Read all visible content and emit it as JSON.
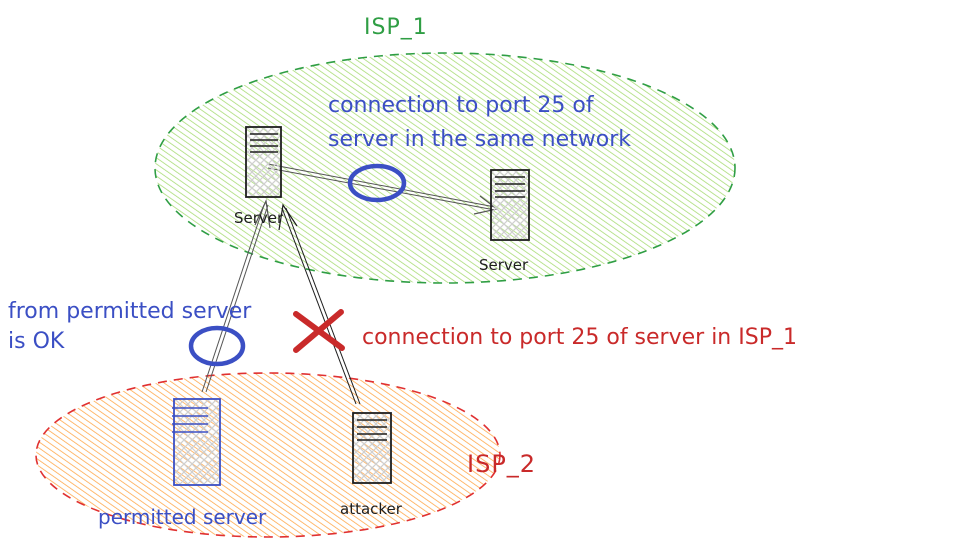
{
  "diagram": {
    "colors": {
      "isp1_fill": "#a9dc76",
      "isp1_stroke": "#2f9e44",
      "isp2_fill": "#ffa94d",
      "isp2_stroke": "#e03131",
      "blue": "#3b4fc4",
      "red": "#c92a2a",
      "black": "#1e1e1e"
    },
    "networks": [
      {
        "id": "isp1",
        "label": "ISP_1"
      },
      {
        "id": "isp2",
        "label": "ISP_2"
      }
    ],
    "nodes": [
      {
        "id": "server-a",
        "label": "Server",
        "icon": "server-icon",
        "network": "isp1"
      },
      {
        "id": "server-b",
        "label": "Server",
        "icon": "server-icon",
        "network": "isp1"
      },
      {
        "id": "permitted",
        "label": "permitted server",
        "icon": "server-icon",
        "network": "isp2"
      },
      {
        "id": "attacker",
        "label": "attacker",
        "icon": "server-icon",
        "network": "isp2"
      }
    ],
    "edges": [
      {
        "from": "server-a",
        "to": "server-b",
        "status": "ok-circle"
      },
      {
        "from": "permitted",
        "to": "server-a",
        "status": "ok-circle"
      },
      {
        "from": "attacker",
        "to": "server-a",
        "status": "blocked-x"
      }
    ],
    "annotations": {
      "same_network_line1": "connection to port 25 of",
      "same_network_line2": "server in the same network",
      "permitted_line1": "from permitted server",
      "permitted_line2": "is OK",
      "blocked": "connection to port 25 of server in ISP_1"
    }
  }
}
